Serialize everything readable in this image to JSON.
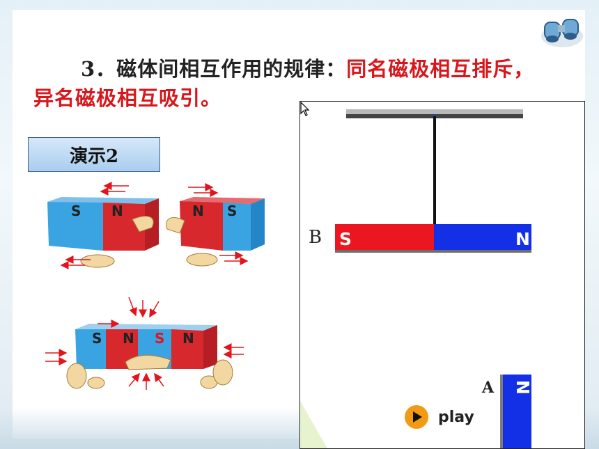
{
  "heading": {
    "number": "3．",
    "black": "磁体间相互作用的规律：",
    "red": "同名磁极相互排斥，异名磁极相互吸引。"
  },
  "demo_button": {
    "label": "演示2"
  },
  "illustration_top": {
    "left_magnet": [
      "S",
      "N"
    ],
    "right_magnet": [
      "N",
      "S"
    ]
  },
  "illustration_bottom": {
    "magnet_letters": [
      "S",
      "N",
      "S",
      "N"
    ]
  },
  "simulation": {
    "label_b": "B",
    "label_a": "A",
    "magnet_b": {
      "left_pole": "S",
      "right_pole": "N"
    },
    "magnet_a": {
      "top_pole": "N"
    },
    "play_label": "play"
  },
  "colors": {
    "red_text": "#d9161b",
    "south": "#e8141c",
    "north": "#1428e0",
    "accent": "#f39a14"
  },
  "icons": [
    "binoculars-icon",
    "play-icon",
    "cursor-icon",
    "arrow-icon"
  ]
}
